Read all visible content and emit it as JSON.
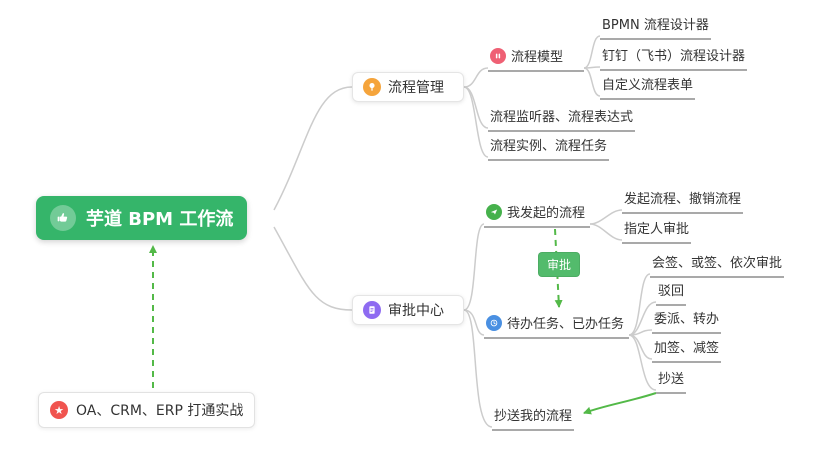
{
  "nodes": {
    "root": "芋道 BPM 工作流",
    "practice": "OA、CRM、ERP 打通实战",
    "process_mgmt": "流程管理",
    "approval_center": "审批中心",
    "model": "流程模型",
    "bpmn_designer": "BPMN 流程设计器",
    "dingtalk_designer": "钉钉（飞书）流程设计器",
    "custom_form": "自定义流程表单",
    "listener_expression": "流程监听器、流程表达式",
    "instance_task": "流程实例、流程任务",
    "my_initiated": "我发起的流程",
    "initiate_cancel": "发起流程、撤销流程",
    "assignee_approval": "指定人审批",
    "approval_tag": "审批",
    "todo_done": "待办任务、已办任务",
    "countersign": "会签、或签、依次审批",
    "reject": "驳回",
    "delegate_transfer": "委派、转办",
    "add_reduce_sign": "加签、减签",
    "cc": "抄送",
    "cc_my_process": "抄送我的流程"
  },
  "glyphs": {
    "star": "★"
  },
  "icons": {
    "root": "thumbs-up",
    "practice": "star",
    "process_mgmt": "lightbulb",
    "approval_center": "clipboard",
    "model": "media-bars",
    "my_initiated": "paper-plane",
    "todo_done": "clock"
  },
  "colors": {
    "root_bg": "#35b56a",
    "connector": "#cccccc",
    "underline": "#a9a9a9",
    "arrow_green": "#53b948",
    "badge_bg": "#53bb6c",
    "icon_orange": "#f5a43b",
    "icon_purple": "#8e6bf1",
    "icon_red": "#ef6074",
    "icon_green": "#46b14c",
    "icon_blue": "#4a90e2",
    "icon_star_red": "#f0544f",
    "text": "#333333"
  }
}
